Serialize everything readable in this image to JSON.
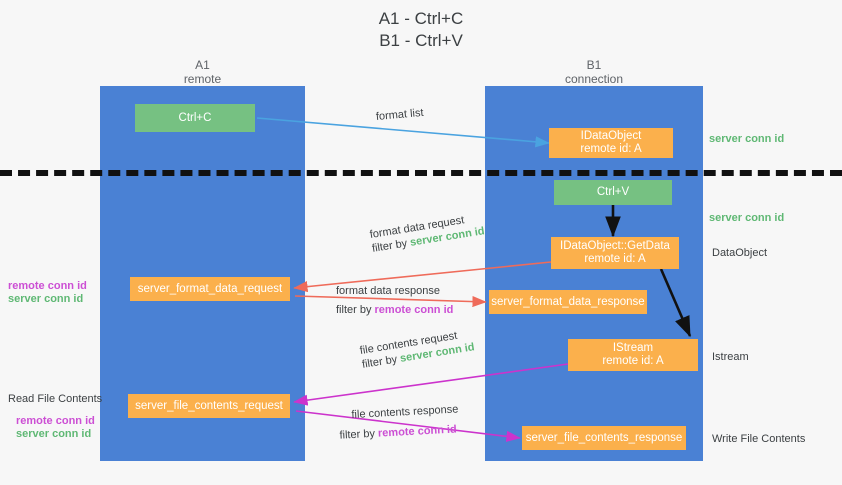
{
  "title": {
    "line1": "A1 - Ctrl+C",
    "line2": "B1 - Ctrl+V"
  },
  "columns": [
    {
      "name": "A1",
      "role": "remote"
    },
    {
      "name": "B1",
      "role": "connection"
    }
  ],
  "boxes": {
    "ctrl_c": {
      "line1": "Ctrl+C",
      "line2": ""
    },
    "ctrl_v": {
      "line1": "Ctrl+V",
      "line2": ""
    },
    "data_object_create": {
      "line1": "IDataObject",
      "line2": "remote id: A"
    },
    "get_data": {
      "line1": "IDataObject::GetData",
      "line2": "remote id: A"
    },
    "istream": {
      "line1": "IStream",
      "line2": "remote id: A"
    },
    "format_data_request": {
      "line1": "server_format_data_request",
      "line2": ""
    },
    "format_data_response": {
      "line1": "server_format_data_response",
      "line2": ""
    },
    "file_contents_request": {
      "line1": "server_file_contents_request",
      "line2": ""
    },
    "file_contents_response": {
      "line1": "server_file_contents_response",
      "line2": ""
    }
  },
  "arrow_labels": {
    "format_list": "format list",
    "format_data_request": {
      "line1": "format data request",
      "filter_prefix": "filter by ",
      "filter_key": "server conn id"
    },
    "format_data_response": {
      "line1": "format data response",
      "filter_prefix": "filter by ",
      "filter_key": "remote conn id"
    },
    "file_contents_request": {
      "line1": "file contents request",
      "filter_prefix": "filter by ",
      "filter_key": "server conn id"
    },
    "file_contents_response": {
      "line1": "file contents response",
      "filter_prefix": "filter by ",
      "filter_key": "remote conn id"
    }
  },
  "left_annotations": {
    "format_remote": "remote conn id",
    "format_server": "server conn id",
    "read_file_contents": "Read File Contents",
    "file_remote": "remote conn id",
    "file_server": "server conn id"
  },
  "right_annotations": {
    "server_conn_top": "server conn id",
    "server_conn_mid": "server conn id",
    "data_object": "DataObject",
    "istream": "Istream",
    "write_file_contents": "Write File Contents"
  },
  "colors": {
    "lane": "#4a81d4",
    "green_box": "#76c182",
    "orange_box": "#fbb04c",
    "server_conn_id": "#5fb874",
    "remote_conn_id": "#cc4fd4",
    "arrow_blue": "#4aa3e0",
    "arrow_red": "#ef6b5a",
    "arrow_magenta": "#cc33cc",
    "arrow_black": "#111111",
    "divider": "#111111",
    "background": "#f7f7f7"
  }
}
